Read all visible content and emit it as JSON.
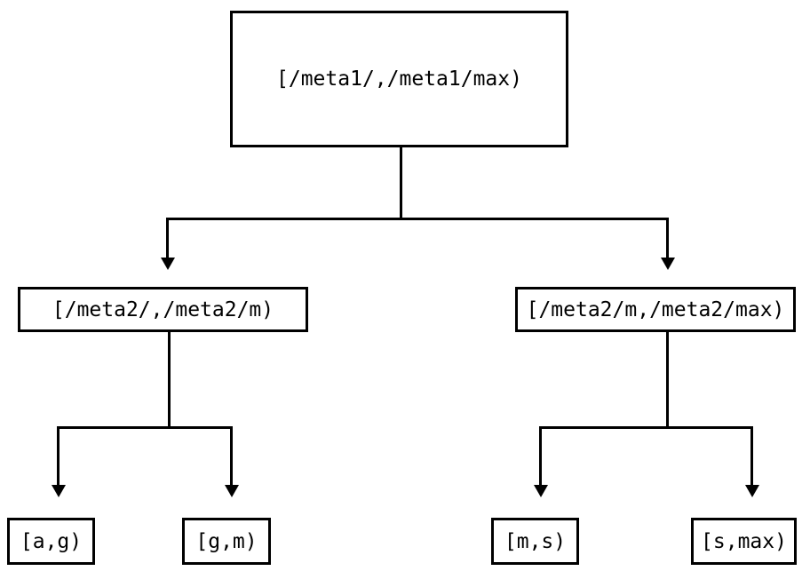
{
  "diagram": {
    "type": "tree",
    "title": "",
    "orientation": "top-down",
    "stroke_color": "#000000",
    "background_color": "#ffffff",
    "nodes": {
      "root": {
        "label": "[/meta1/,/meta1/max)"
      },
      "mid_left": {
        "label": "[/meta2/,/meta2/m)"
      },
      "mid_right": {
        "label": "[/meta2/m,/meta2/max)"
      },
      "leaf_1": {
        "label": "[a,g)"
      },
      "leaf_2": {
        "label": "[g,m)"
      },
      "leaf_3": {
        "label": "[m,s)"
      },
      "leaf_4": {
        "label": "[s,max)"
      }
    },
    "edges": [
      {
        "from": "root",
        "to": "mid_left",
        "arrow": "down"
      },
      {
        "from": "root",
        "to": "mid_right",
        "arrow": "down"
      },
      {
        "from": "mid_left",
        "to": "leaf_1",
        "arrow": "down"
      },
      {
        "from": "mid_left",
        "to": "leaf_2",
        "arrow": "down"
      },
      {
        "from": "mid_right",
        "to": "leaf_3",
        "arrow": "down"
      },
      {
        "from": "mid_right",
        "to": "leaf_4",
        "arrow": "down"
      }
    ]
  }
}
